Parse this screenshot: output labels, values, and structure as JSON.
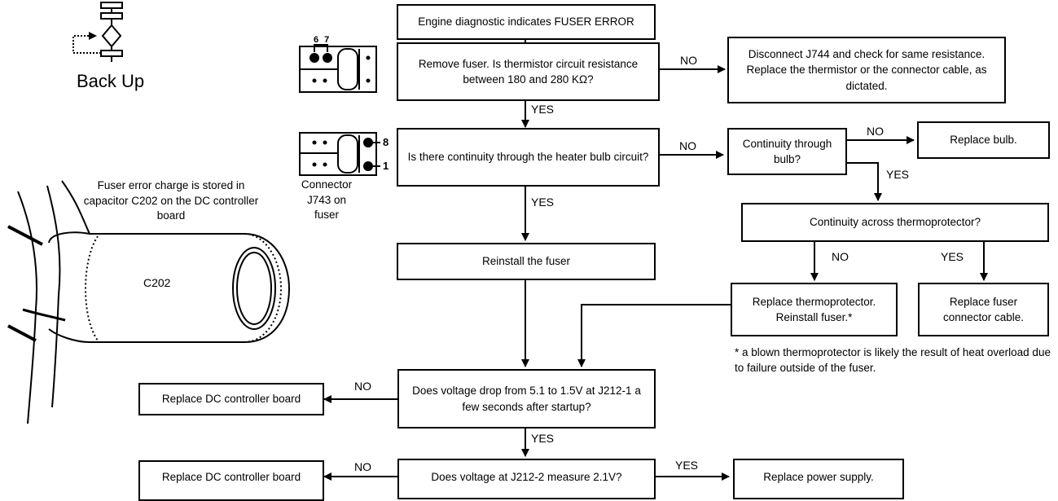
{
  "back_up": "Back Up",
  "boxes": {
    "engine_error": "Engine diagnostic indicates FUSER ERROR",
    "remove_fuser": "Remove fuser.  Is thermistor circuit resistance between 180 and 280 KΩ?",
    "disconnect_j744": "Disconnect J744 and check for same resistance.  Replace the thermistor or the connector cable, as dictated.",
    "heater_continuity": "Is there continuity through the heater bulb circuit?",
    "continuity_bulb": "Continuity through  bulb?",
    "replace_bulb": "Replace bulb.",
    "thermoprotector_continuity": "Continuity across thermoprotector?",
    "reinstall_fuser": "Reinstall the fuser",
    "replace_thermoprotector": "Replace thermoprotector. Reinstall fuser.*",
    "replace_cable": "Replace fuser connector cable.",
    "voltage_drop": "Does voltage drop from 5.1 to 1.5V at J212-1 a few seconds after startup?",
    "replace_dc_1": "Replace DC controller board",
    "voltage_j212_2": "Does voltage at J212-2 measure 2.1V?",
    "replace_dc_2": "Replace DC controller board",
    "replace_power": "Replace power supply."
  },
  "labels": {
    "no_1": "NO",
    "yes_1": "YES",
    "no_2": "NO",
    "no_3": "NO",
    "yes_3": "YES",
    "yes_2": "YES",
    "no_4": "NO",
    "yes_4": "YES",
    "no_5": "NO",
    "yes_5": "YES",
    "no_6": "NO",
    "yes_6": "YES"
  },
  "connector_top_pins": "6 7",
  "connector_pin_8": "8",
  "connector_pin_1": "1",
  "connector_caption": "Connector J743 on fuser",
  "capacitor_caption": "Fuser error charge is stored in capacitor  C202 on the DC controller board",
  "capacitor_label": "C202",
  "footnote": "* a blown thermoprotector is likely the result of heat overload due to failure outside of the fuser."
}
